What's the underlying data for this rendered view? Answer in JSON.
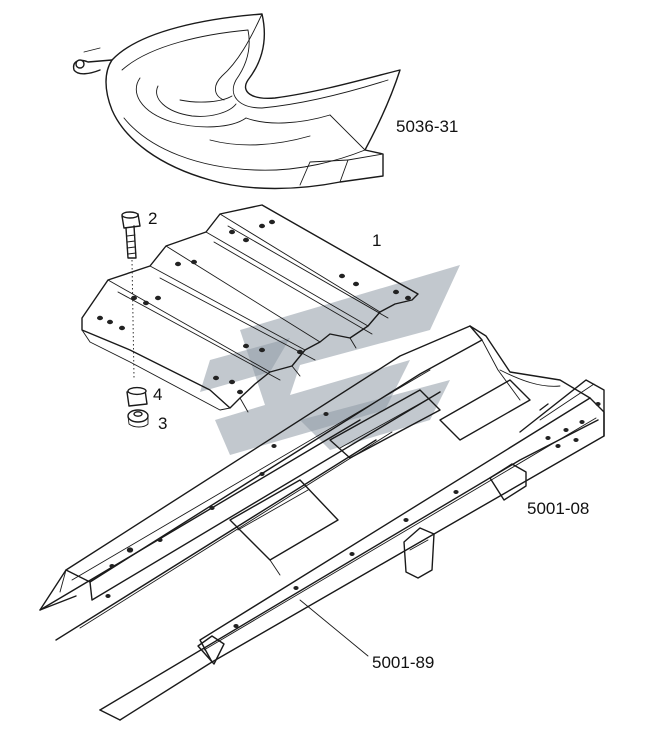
{
  "callouts": {
    "fifth_wheel": "5036-31",
    "mounting_plate": "1",
    "bolt": "2",
    "nut": "3",
    "washer": "4",
    "frame_assembly": "5001-08",
    "cross_member": "5001-89"
  },
  "colors": {
    "line": "#1a1a1a",
    "background": "#ffffff",
    "watermark": "#8f9aa6"
  },
  "icons": {
    "watermark": "watermark-logo-icon"
  }
}
